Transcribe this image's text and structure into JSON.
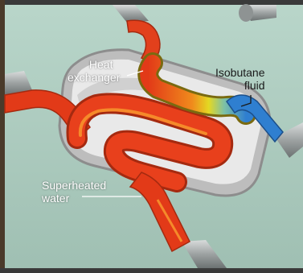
{
  "labels": {
    "heat_exchanger": [
      "Heat",
      "exchanger"
    ],
    "isobutane": [
      "Isobutane",
      "fluid"
    ],
    "superheated": [
      "Superheated",
      "water"
    ]
  },
  "colors": {
    "background": "#a9c9bc",
    "hot_fluid": "#e8401c",
    "cool_fluid": "#2f7fd0",
    "mid_fluid": "#e6d21e",
    "casing": "#c9c9c9",
    "pipe": "#b0b4b4"
  }
}
